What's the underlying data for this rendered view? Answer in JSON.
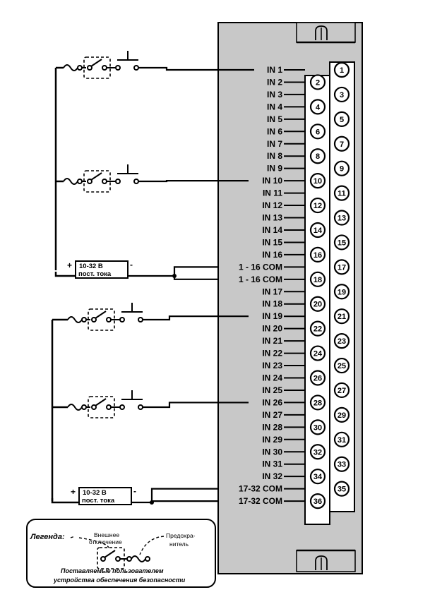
{
  "module": {
    "signals": [
      "IN 1",
      "IN 2",
      "IN 3",
      "IN 4",
      "IN 5",
      "IN 6",
      "IN 7",
      "IN 8",
      "IN 9",
      "IN 10",
      "IN 11",
      "IN 12",
      "IN 13",
      "IN 14",
      "IN 15",
      "IN 16",
      "1 - 16 COM",
      "1 - 16 COM",
      "IN 17",
      "IN 18",
      "IN 19",
      "IN 20",
      "IN 21",
      "IN 22",
      "IN 23",
      "IN 24",
      "IN 25",
      "IN 26",
      "IN 27",
      "IN 28",
      "IN 29",
      "IN 30",
      "IN 31",
      "IN 32",
      "17-32 COM",
      "17-32 COM"
    ],
    "terminals": [
      "1",
      "2",
      "3",
      "4",
      "5",
      "6",
      "7",
      "8",
      "9",
      "10",
      "11",
      "12",
      "13",
      "14",
      "15",
      "16",
      "17",
      "18",
      "19",
      "20",
      "21",
      "22",
      "23",
      "24",
      "25",
      "26",
      "27",
      "28",
      "29",
      "30",
      "31",
      "32",
      "33",
      "34",
      "35",
      "36"
    ]
  },
  "power_supplies": [
    {
      "line1": "10-32 В",
      "line2": "пост. тока",
      "plus": "+",
      "minus": "-"
    },
    {
      "line1": "10-32 В",
      "line2": "пост. тока",
      "plus": "+",
      "minus": "-"
    }
  ],
  "legend": {
    "title": "Легенда:",
    "ext_label1": "Внешнее",
    "ext_label2": "отключение",
    "fuse_label1": "Предохра-",
    "fuse_label2": "нитель",
    "note1": "Поставляемые пользователем",
    "note2": "устройства обеспечения безопасности"
  },
  "colors": {
    "line": "#000000",
    "module_fill": "#c8c8c8",
    "terminal_fill": "#ffffff"
  }
}
